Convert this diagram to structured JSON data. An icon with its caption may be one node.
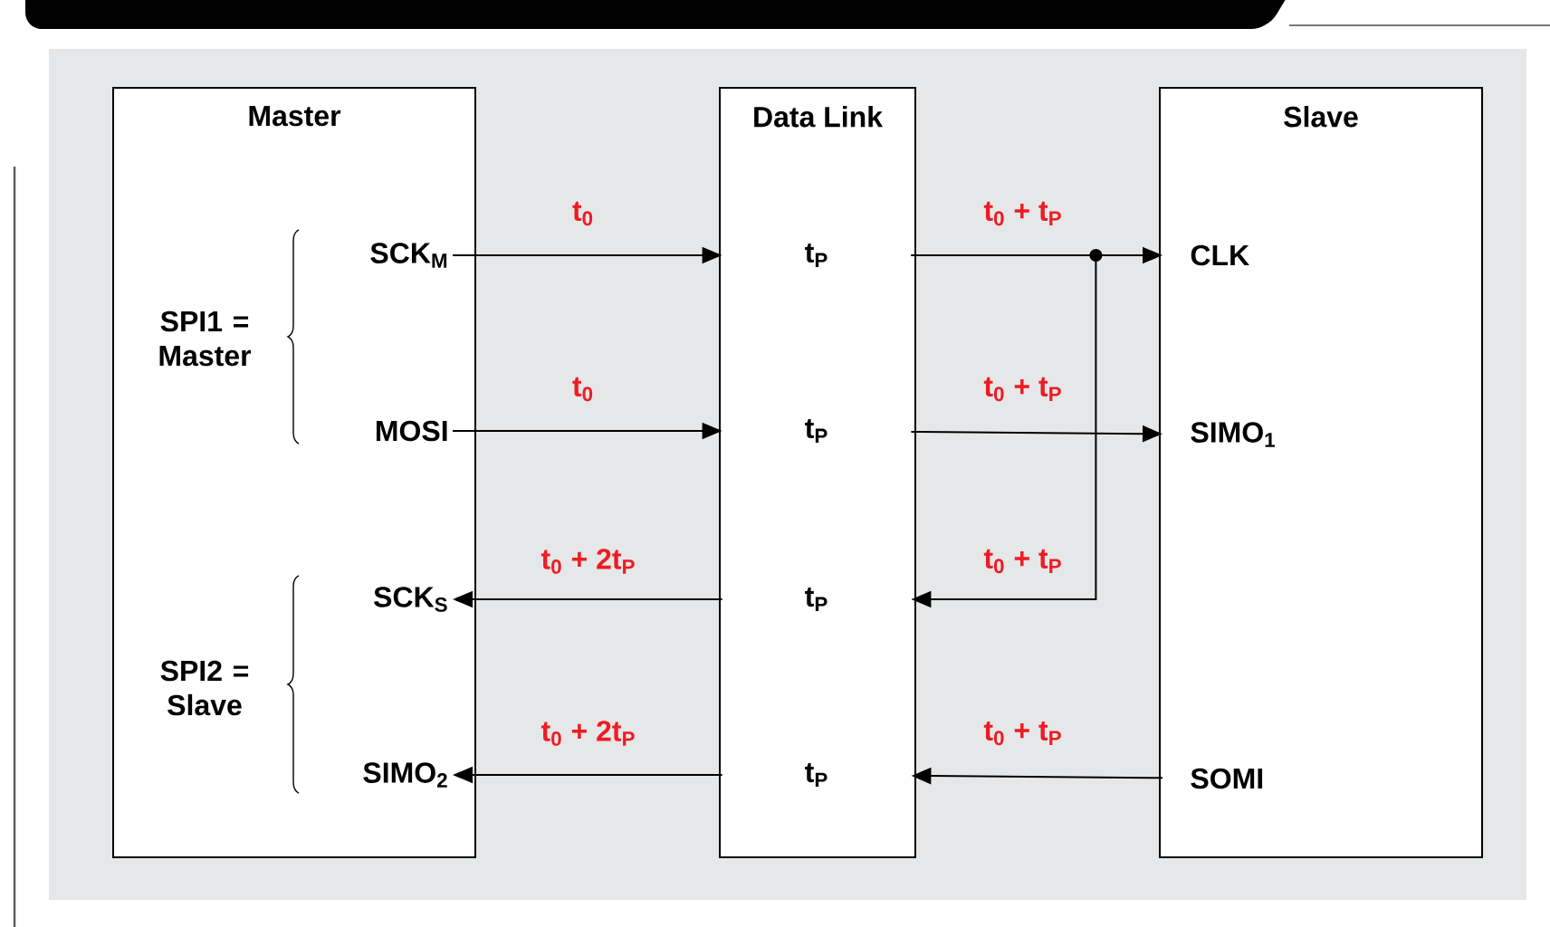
{
  "diagram": {
    "nodes": [
      {
        "text": [
          "Master"
        ]
      },
      {
        "text": [
          "Data Link"
        ]
      },
      {
        "text": [
          "Slave"
        ]
      },
      {
        "text": [
          "SCK$_{M}$"
        ],
        "in": 0
      },
      {
        "text": [
          "MOSI"
        ],
        "in": 0
      },
      {
        "text": [
          "SCK$_{S}$"
        ],
        "in": 0
      },
      {
        "text": [
          "SIMO$_{2}$"
        ],
        "in": 0
      },
      {
        "text": [
          "t$_{P}$"
        ],
        "in": 1
      },
      {
        "text": [
          "t$_{P}$"
        ],
        "in": 1
      },
      {
        "text": [
          "t$_{P}$"
        ],
        "in": 1
      },
      {
        "text": [
          "t$_{P}$"
        ],
        "in": 1
      },
      {
        "text": [
          "CLK"
        ],
        "in": 2
      },
      {
        "text": [
          "SIMO$_{1}$"
        ],
        "in": 2
      },
      {
        "text": [
          "SOMI"
        ],
        "in": 2
      }
    ],
    "edges": [
      {
        "from": 3,
        "to": 7,
        "arrow": "to",
        "label": "t$_{0}$"
      },
      {
        "from": 4,
        "to": 8,
        "arrow": "to",
        "label": "t$_{0}$"
      },
      {
        "from": 7,
        "to": 11,
        "arrow": "to",
        "label": "t$_{0}$ + t$_{P}$"
      },
      {
        "from": 7,
        "to": 9,
        "arrow": "to",
        "label": "t$_{0}$ + t$_{P}$"
      },
      {
        "from": 8,
        "to": 12,
        "arrow": "to",
        "label": "t$_{0}$ + t$_{P}$"
      },
      {
        "from": 9,
        "to": 5,
        "arrow": "to",
        "label": "t$_{0}$ + 2t$_{P}$"
      },
      {
        "from": 13,
        "to": 10,
        "arrow": "to",
        "label": "t$_{0}$ + t$_{P}$"
      },
      {
        "from": 10,
        "to": 6,
        "arrow": "to",
        "label": "t$_{0}$ + 2t$_{P}$"
      }
    ],
    "labels": [
      "SPI1 = Master",
      "SPI2 = Slave"
    ]
  }
}
